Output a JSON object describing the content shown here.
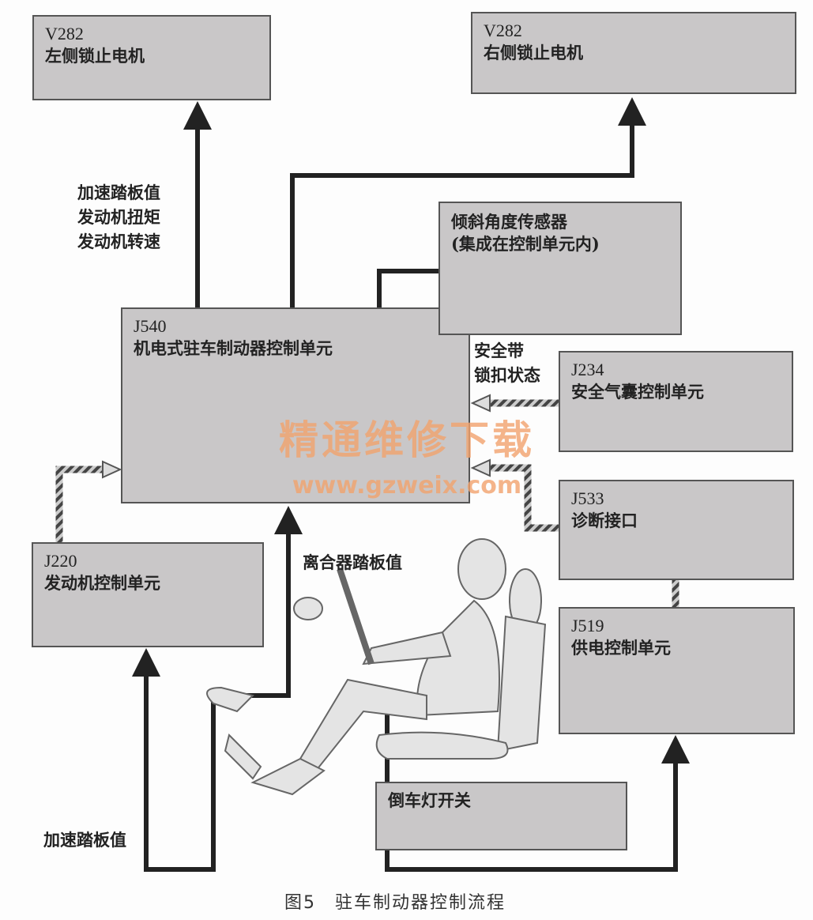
{
  "boxes": {
    "v282_left": {
      "code": "V282",
      "name": "左侧锁止电机"
    },
    "v282_right": {
      "code": "V282",
      "name": "右侧锁止电机"
    },
    "tilt_sensor": {
      "line1": "倾斜角度传感器",
      "line2": "(集成在控制单元内)"
    },
    "j540": {
      "code": "J540",
      "name": "机电式驻车制动器控制单元"
    },
    "j234": {
      "code": "J234",
      "name": "安全气囊控制单元"
    },
    "j533": {
      "code": "J533",
      "name": "诊断接口"
    },
    "j519": {
      "code": "J519",
      "name": "供电控制单元"
    },
    "j220": {
      "code": "J220",
      "name": "发动机控制单元"
    },
    "reverse_switch": {
      "name": "倒车灯开关"
    }
  },
  "labels": {
    "engine_signals": [
      "加速踏板值",
      "发动机扭矩",
      "发动机转速"
    ],
    "clutch": "离合器踏板值",
    "seatbelt": [
      "安全带",
      "锁扣状态"
    ],
    "accelerator": "加速踏板值"
  },
  "watermark": {
    "text": "精通维修下载",
    "url": "www.gzweix.com"
  },
  "caption": "图5　驻车制动器控制流程",
  "colors": {
    "box": "#c9c7c8",
    "line": "#222222",
    "watermark": "#f2a36e"
  }
}
